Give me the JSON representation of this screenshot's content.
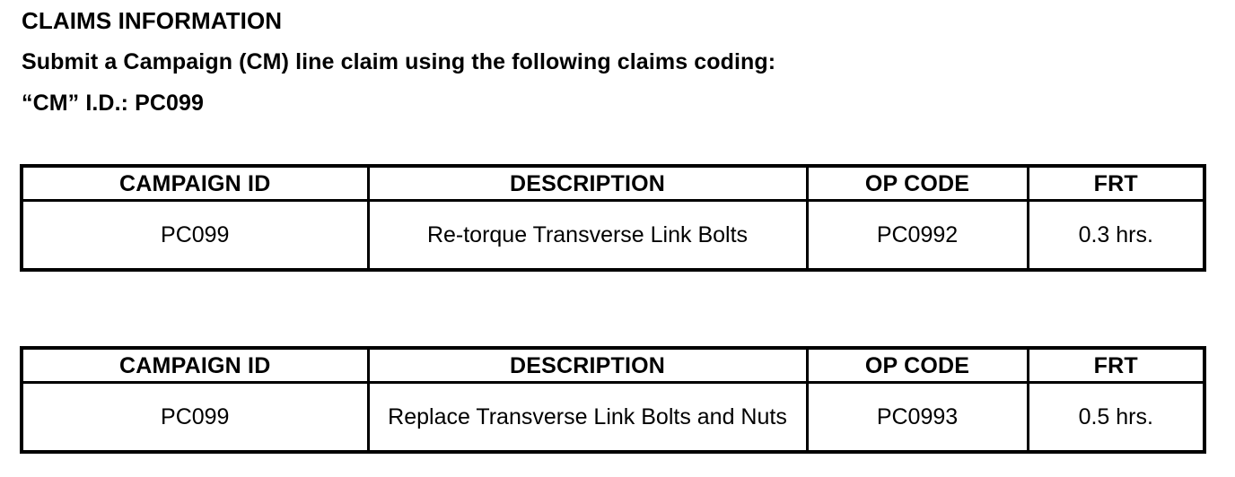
{
  "document": {
    "heading": {
      "title": "CLAIMS INFORMATION",
      "instruction": "Submit a Campaign (CM) line claim using the following claims coding:",
      "cm_id_line": "“CM” I.D.: PC099"
    },
    "colors": {
      "background": "#ffffff",
      "text": "#000000",
      "border": "#000000"
    },
    "tables": [
      {
        "headers": [
          "CAMPAIGN ID",
          "DESCRIPTION",
          "OP CODE",
          "FRT"
        ],
        "rows": [
          {
            "campaign_id": "PC099",
            "description": "Re-torque Transverse Link Bolts",
            "op_code": "PC0992",
            "frt": "0.3 hrs."
          }
        ]
      },
      {
        "headers": [
          "CAMPAIGN ID",
          "DESCRIPTION",
          "OP CODE",
          "FRT"
        ],
        "rows": [
          {
            "campaign_id": "PC099",
            "description": "Replace Transverse Link Bolts and Nuts",
            "op_code": "PC0993",
            "frt": "0.5 hrs."
          }
        ]
      }
    ]
  }
}
